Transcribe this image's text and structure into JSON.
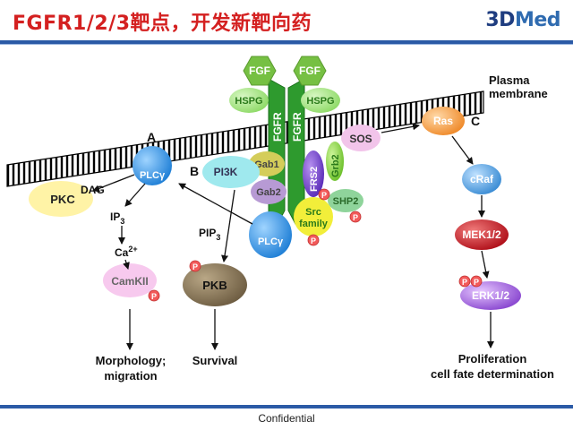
{
  "header": {
    "title": "FGFR1/2/3靶点，开发新靶向药",
    "logo_part1": "3D",
    "logo_part2": "Med"
  },
  "diagram": {
    "membrane_label_line1": "Plasma",
    "membrane_label_line2": "membrane",
    "branch_a": "A",
    "branch_b": "B",
    "branch_c": "C",
    "fgf_left": "FGF",
    "fgf_right": "FGF",
    "hspg_left": "HSPG",
    "hspg_right": "HSPG",
    "fgfr_left": "FGFR",
    "fgfr_right": "FGFR",
    "plcg_top": "PLCγ",
    "plcg_bottom": "PLCγ",
    "pkc": "PKC",
    "dag": "DAG",
    "ip3": "IP",
    "ip3_sub": "3",
    "ca": "Ca",
    "ca_sup": "2+",
    "camkii": "CamKII",
    "pi3k": "PI3K",
    "gab1": "Gab1",
    "gab2": "Gab2",
    "pip3": "PIP",
    "pip3_sub": "3",
    "pkb": "PKB",
    "frs2": "FRS2",
    "grb2": "Grb2",
    "sos": "SOS",
    "shp2": "SHP2",
    "src_line1": "Src",
    "src_line2": "family",
    "ras": "Ras",
    "craf": "cRaf",
    "mek": "MEK1/2",
    "erk": "ERK1/2",
    "phospho": "P",
    "out_morph_line1": "Morphology;",
    "out_morph_line2": "migration",
    "out_survival": "Survival",
    "out_prolif_line1": "Proliferation",
    "out_prolif_line2": "cell fate determination"
  },
  "footer": {
    "text": "Confidential"
  },
  "colors": {
    "title_red": "#d42020",
    "rule_blue": "#2b5aa6",
    "fgf_green": "#76c043",
    "fgfr_green": "#2e9a2e",
    "plcg_blue": "#2f8fe0",
    "pkc_yellow": "#fff3a6",
    "pi3k_cyan": "#9fe9ee",
    "gab1_olive": "#d4cd5a",
    "gab2_purple": "#b79ad4",
    "camkii_pink": "#f7c9ee",
    "pkb_brown": "#7b6a4e",
    "frs2_purple": "#6b3fc4",
    "grb2_green": "#8fd44a",
    "sos_pink": "#f2c4ea",
    "shp2_green": "#8fd49b",
    "src_yellow": "#f2ee3a",
    "ras_orange": "#f4a24a",
    "craf_blue": "#4a9ad8",
    "mek_red": "#c82028",
    "erk_purple": "#9a5ad8",
    "phospho_red": "#f25a5a"
  }
}
